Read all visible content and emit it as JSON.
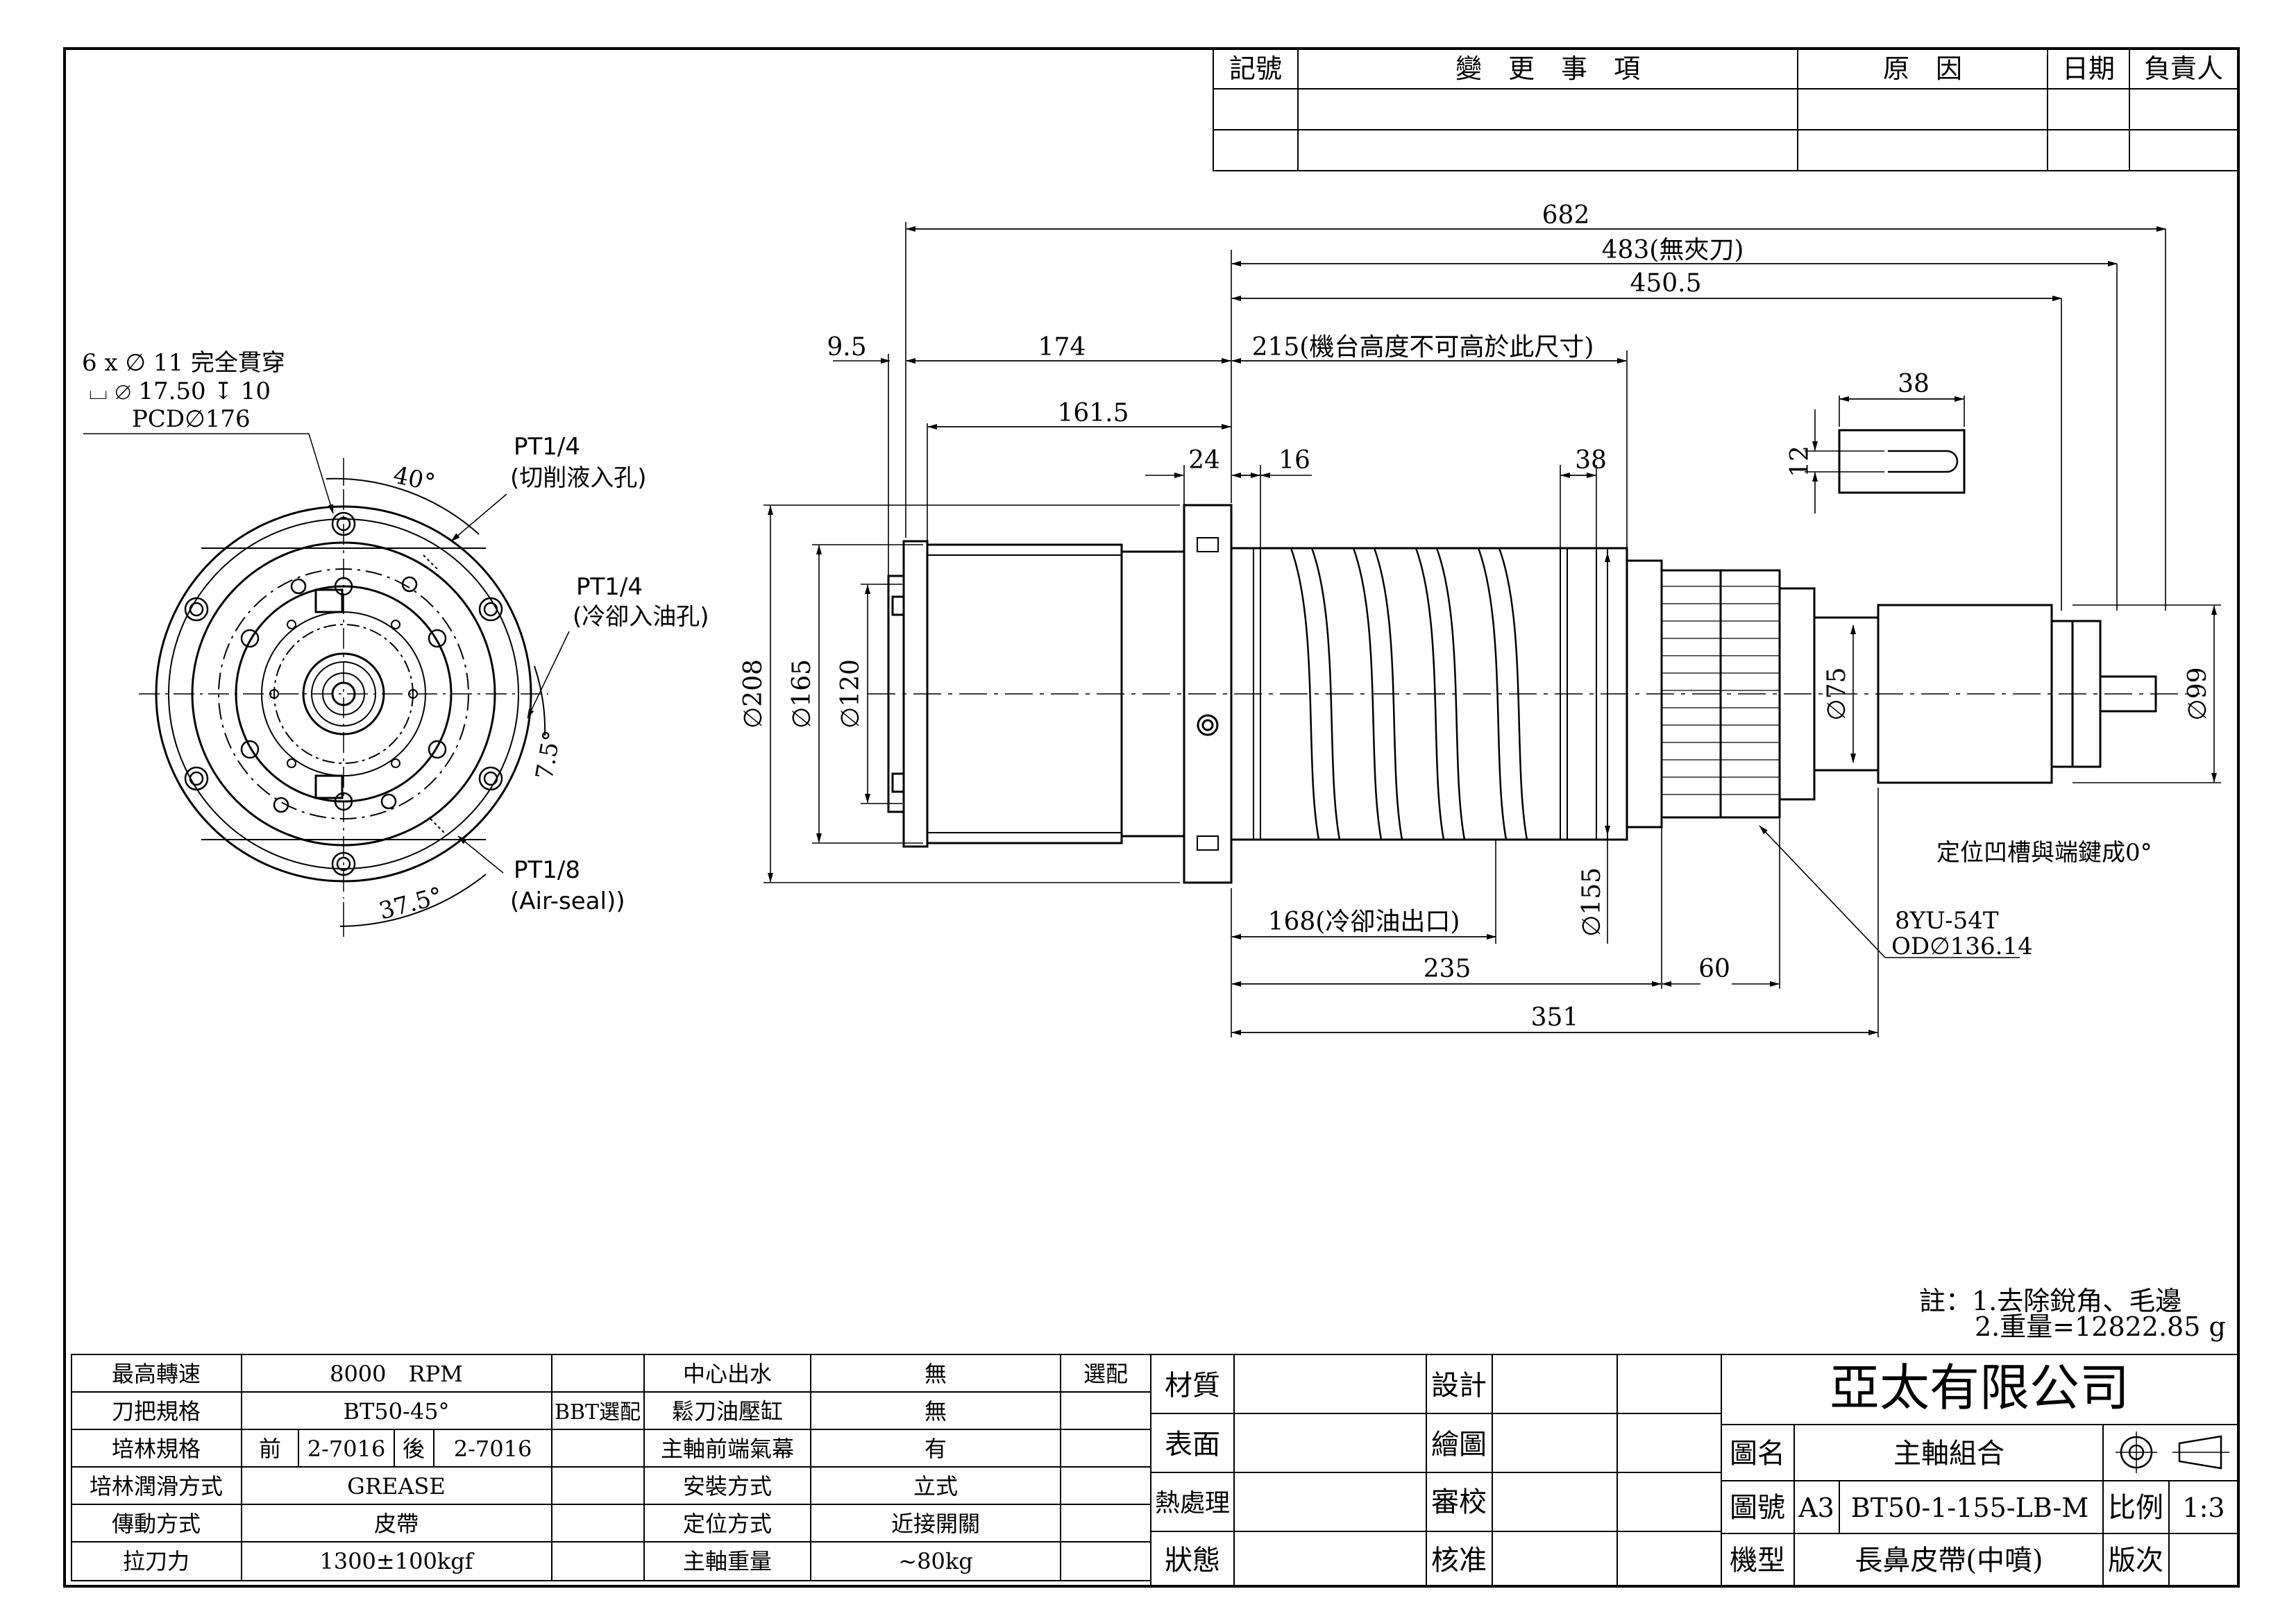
{
  "revision_table": {
    "headers": [
      "記號",
      "變　更　事　項",
      "原　因",
      "日期",
      "負責人"
    ]
  },
  "front_view": {
    "hole_note": [
      "6 x ∅ 11 完全貫穿",
      "⌴ ∅ 17.50 ↧ 10",
      "PCD∅176"
    ],
    "port_cutting": [
      "PT1/4",
      "(切削液入孔)"
    ],
    "port_oil": [
      "PT1/4",
      "(冷卻入油孔)"
    ],
    "port_air": [
      "PT1/8",
      "(Air-seal))"
    ],
    "angle_40": "40°",
    "angle_7_5": "7.5°",
    "angle_37_5": "37.5°"
  },
  "side_view": {
    "dims": {
      "d682": "682",
      "d483": "483(無夾刀)",
      "d450": "450.5",
      "d9_5": "9.5",
      "d174": "174",
      "d215": "215(機台高度不可高於此尺寸)",
      "d161": "161.5",
      "d24": "24",
      "d16": "16",
      "d38": "38",
      "d38b": "38",
      "d12": "12",
      "d208": "∅208",
      "d165": "∅165",
      "d120": "∅120",
      "d155": "∅155",
      "d75": "∅75",
      "d99": "∅99",
      "d168": "168(冷卻油出口)",
      "d235": "235",
      "d60": "60",
      "d351": "351"
    },
    "key_note": "定位凹槽與端鍵成0°",
    "belt_note": [
      "8YU-54T",
      "OD∅136.14"
    ]
  },
  "notes": [
    "註：1.去除銳角、毛邊",
    "2.重量=12822.85 g"
  ],
  "spec_table": {
    "rows": [
      [
        "最高轉速",
        "8000　RPM",
        "中心出水",
        "無",
        "選配"
      ],
      [
        "刀把規格",
        "BT50-45°",
        "BBT選配",
        "鬆刀油壓缸",
        "無"
      ],
      [
        "培林規格",
        "前",
        "2-7016",
        "後",
        "2-7016",
        "主軸前端氣幕",
        "有"
      ],
      [
        "培林潤滑方式",
        "GREASE",
        "安裝方式",
        "立式"
      ],
      [
        "傳動方式",
        "皮帶",
        "定位方式",
        "近接開關"
      ],
      [
        "拉刀力",
        "1300±100kgf",
        "主軸重量",
        "~80kg"
      ]
    ]
  },
  "title_block": {
    "labels_left": [
      "材質",
      "表面",
      "熱處理",
      "狀態"
    ],
    "labels_mid": [
      "設計",
      "繪圖",
      "審校",
      "核准"
    ],
    "company": "亞太有限公司",
    "name_label": "圖名",
    "name_value": "主軸組合",
    "no_label": "圖號",
    "size": "A3",
    "no_value": "BT50-1-155-LB-M",
    "scale_label": "比例",
    "scale_value": "1:3",
    "model_label": "機型",
    "model_value": "長鼻皮帶(中噴)",
    "version_label": "版次"
  }
}
